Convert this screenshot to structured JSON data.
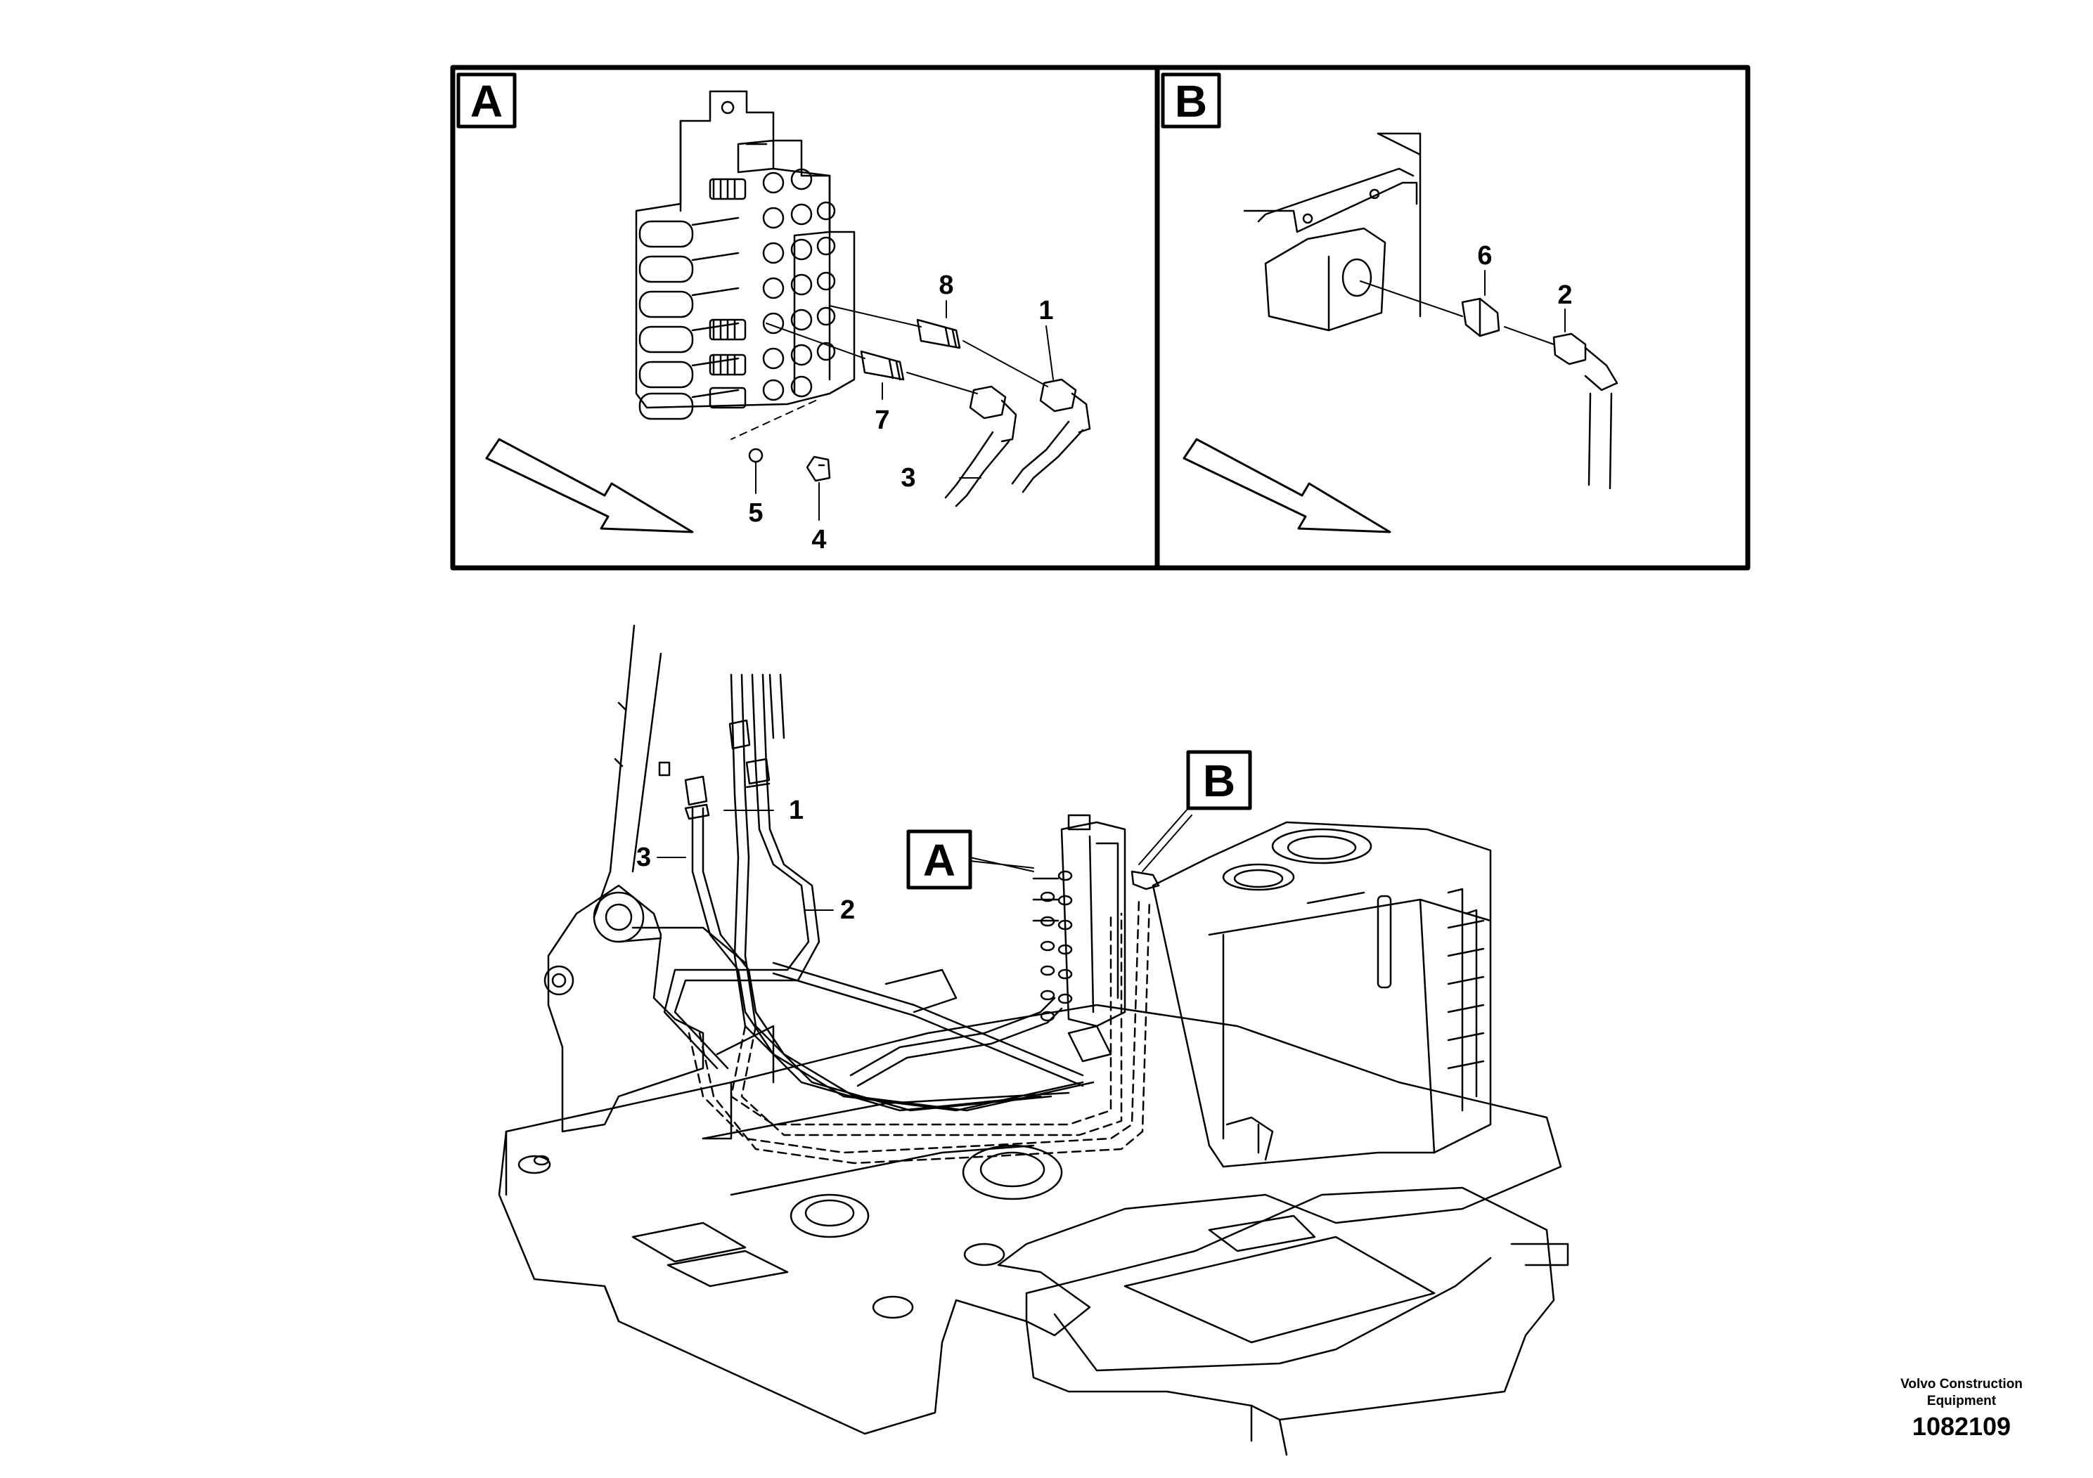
{
  "detail_a": {
    "letter": "A",
    "callouts": {
      "c1": "1",
      "c3": "3",
      "c4": "4",
      "c5": "5",
      "c7": "7",
      "c8": "8"
    }
  },
  "detail_b": {
    "letter": "B",
    "callouts": {
      "c2": "2",
      "c6": "6"
    }
  },
  "main_view": {
    "marker_a": "A",
    "marker_b": "B",
    "callouts": {
      "c1": "1",
      "c2": "2",
      "c3": "3"
    }
  },
  "footer": {
    "company_line1": "Volvo Construction",
    "company_line2": "Equipment",
    "drawing_number": "1082109"
  }
}
